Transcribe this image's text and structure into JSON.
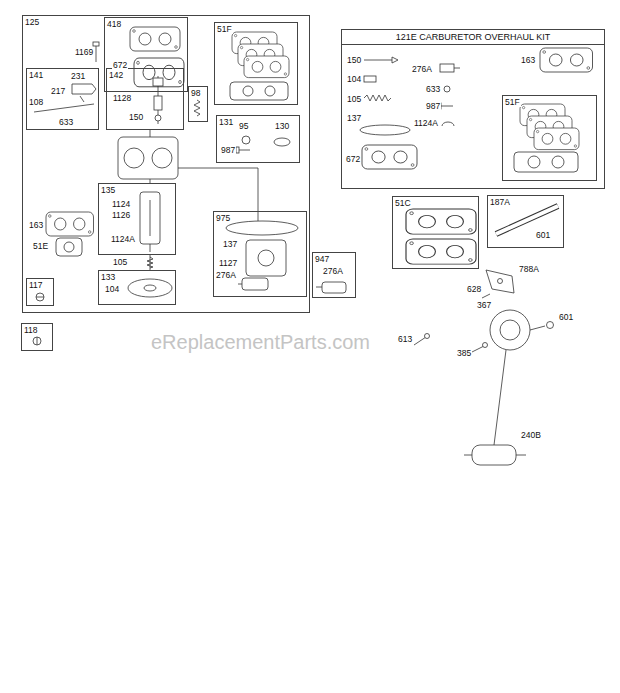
{
  "diagram": {
    "nodes": [
      {
        "text": [
          "125"
        ]
      },
      {
        "text": [
          "418"
        ],
        "in": 0
      },
      {
        "text": [
          "51F"
        ],
        "in": 0
      },
      {
        "text": [
          "141"
        ],
        "in": 0
      },
      {
        "text": [
          "142"
        ],
        "in": 0
      },
      {
        "text": [
          "98"
        ],
        "in": 0
      },
      {
        "text": [
          "131"
        ],
        "in": 0
      },
      {
        "text": [
          "135"
        ],
        "in": 0
      },
      {
        "text": [
          "133"
        ],
        "in": 0
      },
      {
        "text": [
          "975"
        ],
        "in": 0
      },
      {
        "text": [
          "117"
        ],
        "in": 0
      },
      {
        "text": [
          "121E CARBURETOR OVERHAUL KIT"
        ]
      },
      {
        "text": [
          "51F"
        ],
        "in": 11
      },
      {
        "text": [
          "947"
        ]
      },
      {
        "text": [
          "51C"
        ]
      },
      {
        "text": [
          "187A"
        ]
      },
      {
        "text": [
          "118"
        ]
      }
    ],
    "edges": [
      {
        "from": 7,
        "to": 8,
        "arrow": "none"
      }
    ],
    "labels": [
      "1169",
      "672",
      "231",
      "217",
      "108",
      "633",
      "1128",
      "150",
      "95",
      "130",
      "987",
      "1124",
      "1126",
      "1124A",
      "163",
      "51E",
      "105",
      "104",
      "137",
      "1127",
      "276A",
      "276A",
      "150",
      "104",
      "105",
      "137",
      "276A",
      "633",
      "987",
      "1124A",
      "163",
      "672",
      "601",
      "788A",
      "628",
      "367",
      "601",
      "613",
      "385",
      "240B",
      "eReplacementParts.com"
    ]
  }
}
